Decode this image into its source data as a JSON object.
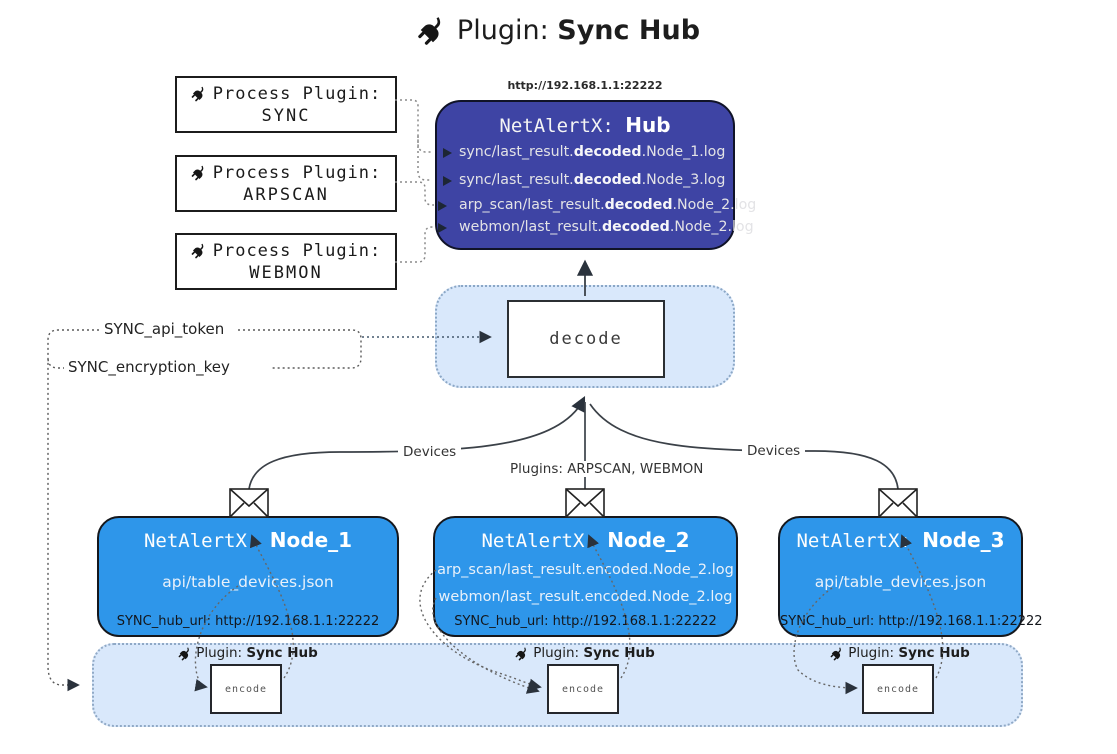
{
  "title": {
    "prefix": "Plugin: ",
    "bold": "Sync Hub"
  },
  "process_plugins": [
    {
      "line1": "Process Plugin:",
      "name": "SYNC"
    },
    {
      "line1": "Process Plugin:",
      "name": "ARPSCAN"
    },
    {
      "line1": "Process Plugin:",
      "name": "WEBMON"
    }
  ],
  "hub": {
    "url": "http://192.168.1.1:22222",
    "name_prefix": "NetAlertX: ",
    "name_bold": "Hub",
    "logs": [
      {
        "pre": "sync/last_result.",
        "bold": "decoded",
        "post": ".Node_1.log"
      },
      {
        "pre": "sync/last_result.",
        "bold": "decoded",
        "post": ".Node_3.log"
      },
      {
        "pre": "arp_scan/last_result.",
        "bold": "decoded",
        "post": ".Node_2.log"
      },
      {
        "pre": "webmon/last_result.",
        "bold": "decoded",
        "post": ".Node_2.log"
      }
    ]
  },
  "decode": {
    "label": "decode"
  },
  "settings": {
    "api_token": "SYNC_api_token",
    "encryption_key": "SYNC_encryption_key"
  },
  "edges": {
    "devices_left": "Devices",
    "devices_right": "Devices",
    "plugins_middle": "Plugins: ARPSCAN, WEBMON"
  },
  "nodes": [
    {
      "name_prefix": "NetAlertX: ",
      "name_bold": "Node_1",
      "lines": [
        "api/table_devices.json"
      ],
      "hub_url": "SYNC_hub_url: http://192.168.1.1:22222"
    },
    {
      "name_prefix": "NetAlertX: ",
      "name_bold": "Node_2",
      "lines": [
        "arp_scan/last_result.encoded.Node_2.log",
        "webmon/last_result.encoded.Node_2.log"
      ],
      "hub_url": "SYNC_hub_url: http://192.168.1.1:22222"
    },
    {
      "name_prefix": "NetAlertX: ",
      "name_bold": "Node_3",
      "lines": [
        "api/table_devices.json"
      ],
      "hub_url": "SYNC_hub_url: http://192.168.1.1:22222"
    }
  ],
  "encode_band": {
    "plugin_prefix": "Plugin: ",
    "plugin_bold": "Sync Hub",
    "encode_label": "encode"
  },
  "icons": {
    "plug": "plug-icon",
    "envelope": "envelope-icon",
    "arrow": "arrowhead"
  },
  "colors": {
    "hub_bg": "#3e44a4",
    "node_bg": "#2e96ea",
    "container_bg": "#d9e8fb",
    "container_border": "#8ba7c6",
    "line_dark": "#3b4148",
    "text_light": "#e9f1fa"
  }
}
